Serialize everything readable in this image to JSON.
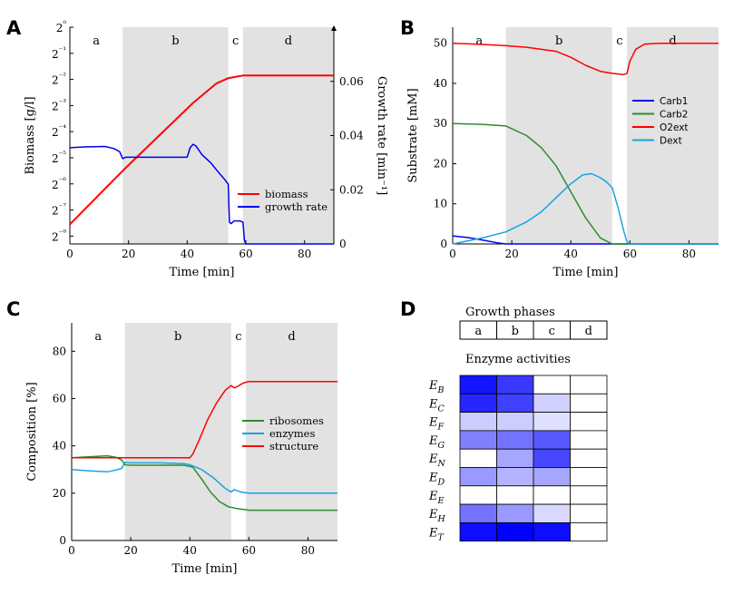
{
  "colors": {
    "shade": "#e2e2e2",
    "red": "#ff0000",
    "blue": "#0000ee",
    "green": "#2e8b2e",
    "cyan": "#1aa3e0",
    "axis": "#000000"
  },
  "chart_data": [
    {
      "panel": "A",
      "type": "line",
      "xlabel": "Time [min]",
      "ylabel": "Biomass [g/l]",
      "ylabel_right": "Growth rate [min⁻¹]",
      "xlim": [
        0,
        90
      ],
      "ylim_log2": [
        -8.3,
        0
      ],
      "ylim_right": [
        0,
        0.08
      ],
      "y_scale": "log2",
      "xticks": [
        "0",
        "20",
        "40",
        "60",
        "80"
      ],
      "yticks": [
        "2⁰",
        "2⁻¹",
        "2⁻²",
        "2⁻³",
        "2⁻⁴",
        "2⁻⁵",
        "2⁻⁶",
        "2⁻⁷",
        "2⁻⁸"
      ],
      "yticks_right": [
        "0",
        "0.02",
        "0.04",
        "0.06"
      ],
      "phases": [
        {
          "label": "a",
          "start": 0,
          "end": 18,
          "shaded": false
        },
        {
          "label": "b",
          "start": 18,
          "end": 54,
          "shaded": true
        },
        {
          "label": "c",
          "start": 54,
          "end": 59,
          "shaded": false
        },
        {
          "label": "d",
          "start": 59,
          "end": 90,
          "shaded": true
        }
      ],
      "legend": {
        "position": "center-right",
        "entries": [
          "biomass",
          "growth rate"
        ]
      },
      "series": [
        {
          "name": "biomass",
          "axis": "left_log2",
          "color": "red",
          "x": [
            0,
            18,
            30,
            42,
            50,
            54,
            59,
            90
          ],
          "y": [
            -7.55,
            -5.5,
            -4.2,
            -2.9,
            -2.15,
            -1.95,
            -1.85,
            -1.85
          ]
        },
        {
          "name": "growth rate",
          "axis": "right",
          "color": "blue",
          "x": [
            0,
            5,
            12,
            15,
            17,
            18,
            19,
            25,
            35,
            40,
            41,
            42,
            43,
            45,
            48,
            51,
            53,
            54,
            54.4,
            55,
            56,
            57,
            58,
            59,
            59.5,
            60,
            90
          ],
          "y": [
            0.0355,
            0.0358,
            0.036,
            0.0352,
            0.034,
            0.0315,
            0.032,
            0.032,
            0.032,
            0.032,
            0.0355,
            0.0368,
            0.0362,
            0.033,
            0.03,
            0.026,
            0.0235,
            0.022,
            0.008,
            0.0075,
            0.0085,
            0.0085,
            0.0085,
            0.008,
            0.0015,
            0,
            0
          ]
        }
      ]
    },
    {
      "panel": "B",
      "type": "line",
      "xlabel": "Time [min]",
      "ylabel": "Substrate [mM]",
      "xlim": [
        0,
        90
      ],
      "ylim": [
        0,
        54
      ],
      "xticks": [
        "0",
        "20",
        "40",
        "60",
        "80"
      ],
      "yticks": [
        "0",
        "10",
        "20",
        "30",
        "40",
        "50"
      ],
      "phases": [
        {
          "label": "a",
          "start": 0,
          "end": 18,
          "shaded": false
        },
        {
          "label": "b",
          "start": 18,
          "end": 54,
          "shaded": true
        },
        {
          "label": "c",
          "start": 54,
          "end": 59,
          "shaded": false
        },
        {
          "label": "d",
          "start": 59,
          "end": 90,
          "shaded": true
        }
      ],
      "legend": {
        "position": "center-right",
        "entries": [
          "Carb1",
          "Carb2",
          "O2ext",
          "Dext"
        ]
      },
      "series": [
        {
          "name": "Carb1",
          "color": "blue",
          "x": [
            0,
            5,
            10,
            15,
            18,
            90
          ],
          "y": [
            2,
            1.6,
            1.0,
            0.3,
            0,
            0
          ]
        },
        {
          "name": "Carb2",
          "color": "green",
          "x": [
            0,
            10,
            18,
            25,
            30,
            35,
            40,
            45,
            50,
            54,
            90
          ],
          "y": [
            30,
            29.8,
            29.4,
            27,
            24,
            19.5,
            13,
            6.5,
            1.5,
            0,
            0
          ]
        },
        {
          "name": "O2ext",
          "color": "red",
          "x": [
            0,
            10,
            18,
            25,
            35,
            40,
            45,
            50,
            54,
            58,
            59,
            60,
            62,
            65,
            70,
            90
          ],
          "y": [
            50,
            49.7,
            49.4,
            49,
            48,
            46.5,
            44.5,
            43,
            42.5,
            42.2,
            42.5,
            45.5,
            48.5,
            49.8,
            50,
            50
          ]
        },
        {
          "name": "Dext",
          "color": "cyan",
          "x": [
            0,
            10,
            18,
            25,
            30,
            35,
            40,
            44,
            47,
            50,
            52,
            54,
            56,
            58,
            59,
            60,
            90
          ],
          "y": [
            0,
            1.5,
            3,
            5.5,
            8,
            11.5,
            15,
            17.2,
            17.5,
            16.5,
            15.5,
            14,
            9,
            3,
            0.5,
            0,
            0
          ]
        }
      ]
    },
    {
      "panel": "C",
      "type": "line",
      "xlabel": "Time [min]",
      "ylabel": "Composition [%]",
      "xlim": [
        0,
        90
      ],
      "ylim": [
        0,
        92
      ],
      "xticks": [
        "0",
        "20",
        "40",
        "60",
        "80"
      ],
      "yticks": [
        "0",
        "20",
        "40",
        "60",
        "80"
      ],
      "phases": [
        {
          "label": "a",
          "start": 0,
          "end": 18,
          "shaded": false
        },
        {
          "label": "b",
          "start": 18,
          "end": 54,
          "shaded": true
        },
        {
          "label": "c",
          "start": 54,
          "end": 59,
          "shaded": false
        },
        {
          "label": "d",
          "start": 59,
          "end": 90,
          "shaded": true
        }
      ],
      "legend": {
        "position": "center-right",
        "entries": [
          "ribosomes",
          "enzymes",
          "structure"
        ]
      },
      "series": [
        {
          "name": "ribosomes",
          "color": "green",
          "x": [
            0,
            5,
            12,
            15,
            17,
            18,
            20,
            30,
            38,
            41,
            44,
            47,
            50,
            53,
            56,
            59,
            60,
            90
          ],
          "y": [
            35,
            35.3,
            35.8,
            35.2,
            34,
            32,
            31.8,
            31.8,
            31.8,
            31,
            26,
            20.5,
            16.5,
            14.3,
            13.5,
            13,
            12.8,
            12.8
          ]
        },
        {
          "name": "enzymes",
          "color": "cyan",
          "x": [
            0,
            5,
            12,
            15,
            17,
            18,
            20,
            30,
            38,
            40,
            44,
            48,
            52,
            54,
            55,
            56,
            58,
            60,
            90
          ],
          "y": [
            30,
            29.5,
            29,
            29.8,
            30.5,
            33,
            32.8,
            32.8,
            32.5,
            32,
            30,
            26.5,
            22,
            20.5,
            21.5,
            21,
            20.3,
            20,
            20
          ]
        },
        {
          "name": "structure",
          "color": "red",
          "x": [
            0,
            10,
            18,
            30,
            40,
            41,
            43,
            46,
            49,
            52,
            54,
            55,
            56,
            58,
            60,
            90
          ],
          "y": [
            35,
            35,
            35,
            35,
            35,
            36.5,
            42,
            51,
            58,
            63.5,
            65.5,
            64.5,
            65,
            66.5,
            67.2,
            67.2
          ]
        }
      ]
    },
    {
      "panel": "D",
      "type": "heatmap",
      "title": "Growth phases",
      "subtitle": "Enzyme activities",
      "columns": [
        "a",
        "b",
        "c",
        "d"
      ],
      "rows": [
        "E_B",
        "E_C",
        "E_F",
        "E_G",
        "E_N",
        "E_D",
        "E_E",
        "E_H",
        "E_T"
      ],
      "values": [
        [
          0.92,
          0.78,
          0.0,
          0.0
        ],
        [
          0.85,
          0.75,
          0.18,
          0.0
        ],
        [
          0.2,
          0.2,
          0.12,
          0.0
        ],
        [
          0.5,
          0.55,
          0.65,
          0.0
        ],
        [
          0.0,
          0.35,
          0.72,
          0.0
        ],
        [
          0.4,
          0.3,
          0.35,
          0.0
        ],
        [
          0.0,
          0.0,
          0.0,
          0.0
        ],
        [
          0.55,
          0.4,
          0.15,
          0.0
        ],
        [
          0.95,
          1.0,
          0.95,
          0.0
        ]
      ]
    }
  ],
  "panel_labels": [
    "A",
    "B",
    "C",
    "D"
  ]
}
